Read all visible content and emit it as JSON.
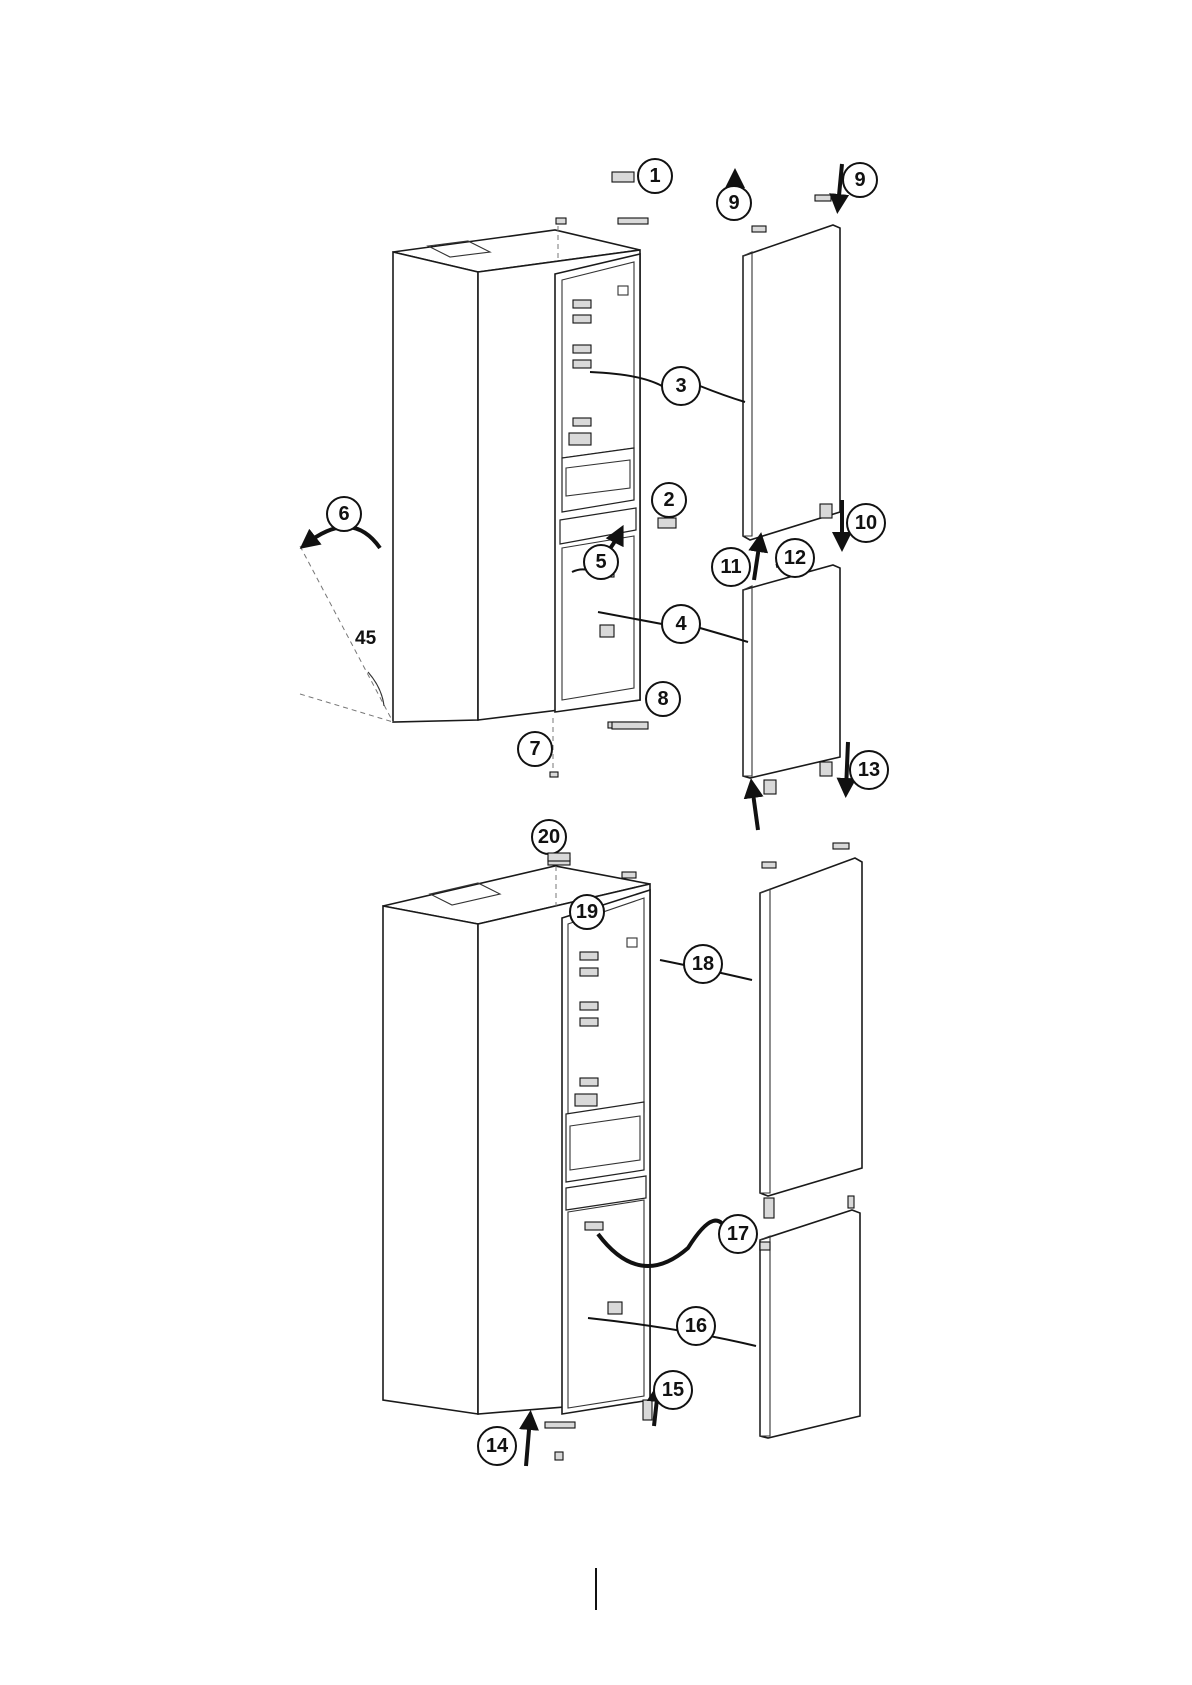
{
  "callouts": {
    "c1": "1",
    "c2": "2",
    "c3": "3",
    "c4": "4",
    "c5": "5",
    "c6": "6",
    "c7": "7",
    "c8": "8",
    "c9a": "9",
    "c9b": "9",
    "c10": "10",
    "c11": "11",
    "c12": "12",
    "c13": "13",
    "c14": "14",
    "c15": "15",
    "c16": "16",
    "c17": "17",
    "c18": "18",
    "c19": "19",
    "c20": "20"
  },
  "angle_label": "45"
}
